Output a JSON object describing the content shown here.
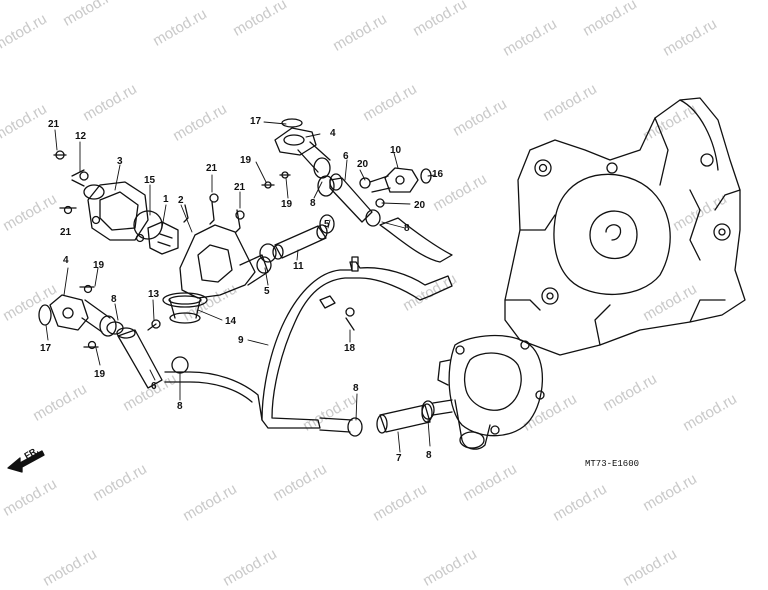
{
  "watermark": "motod.ru",
  "diagram_code": "MT73-E1600",
  "direction_label": "FR.",
  "callouts": [
    {
      "id": "c21a",
      "label": "21"
    },
    {
      "id": "c12",
      "label": "12"
    },
    {
      "id": "c3",
      "label": "3"
    },
    {
      "id": "c15",
      "label": "15"
    },
    {
      "id": "c1",
      "label": "1"
    },
    {
      "id": "c2",
      "label": "2"
    },
    {
      "id": "c21b",
      "label": "21"
    },
    {
      "id": "c21c",
      "label": "21"
    },
    {
      "id": "c21d",
      "label": "21"
    },
    {
      "id": "c17a",
      "label": "17"
    },
    {
      "id": "c4a",
      "label": "4"
    },
    {
      "id": "c19a",
      "label": "19"
    },
    {
      "id": "c19b",
      "label": "19"
    },
    {
      "id": "c8a",
      "label": "8"
    },
    {
      "id": "c6a",
      "label": "6"
    },
    {
      "id": "c20a",
      "label": "20"
    },
    {
      "id": "c10",
      "label": "10"
    },
    {
      "id": "c16",
      "label": "16"
    },
    {
      "id": "c20b",
      "label": "20"
    },
    {
      "id": "c8b",
      "label": "8"
    },
    {
      "id": "c5a",
      "label": "5"
    },
    {
      "id": "c11",
      "label": "11"
    },
    {
      "id": "c5b",
      "label": "5"
    },
    {
      "id": "c4b",
      "label": "4"
    },
    {
      "id": "c19c",
      "label": "19"
    },
    {
      "id": "c17b",
      "label": "17"
    },
    {
      "id": "c19d",
      "label": "19"
    },
    {
      "id": "c8c",
      "label": "8"
    },
    {
      "id": "c13",
      "label": "13"
    },
    {
      "id": "c14",
      "label": "14"
    },
    {
      "id": "c9",
      "label": "9"
    },
    {
      "id": "c6b",
      "label": "6"
    },
    {
      "id": "c8d",
      "label": "8"
    },
    {
      "id": "c18",
      "label": "18"
    },
    {
      "id": "c8e",
      "label": "8"
    },
    {
      "id": "c7",
      "label": "7"
    },
    {
      "id": "c8f",
      "label": "8"
    }
  ]
}
